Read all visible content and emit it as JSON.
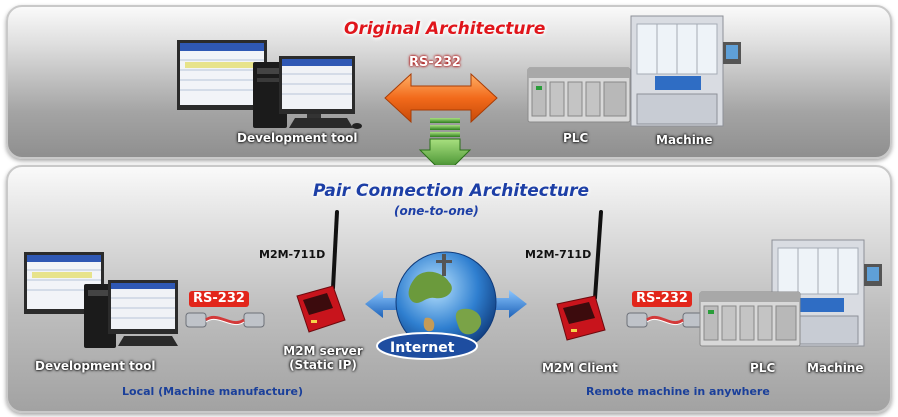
{
  "top": {
    "title": "Original Architecture",
    "connection_label": "RS-232",
    "labels": {
      "dev_tool": "Development tool",
      "plc": "PLC",
      "machine": "Machine"
    }
  },
  "bottom": {
    "title": "Pair Connection Architecture",
    "subtitle": "(one-to-one)",
    "rs_left": "RS-232",
    "rs_right": "RS-232",
    "m2m_left": "M2M-711D",
    "m2m_right": "M2M-711D",
    "internet": "Internet",
    "labels": {
      "dev_tool": "Development tool",
      "server_line1": "M2M server",
      "server_line2": "(Static IP)",
      "client": "M2M Client",
      "plc": "PLC",
      "machine": "Machine"
    },
    "local": "Local (Machine manufacture)",
    "remote": "Remote machine in anywhere"
  },
  "colors": {
    "title_red": "#e0151b",
    "title_blue": "#1d3fa6",
    "arrow_orange": "#f26a1b",
    "arrow_green": "#3e9a2a",
    "arrow_blue": "#2f86d6",
    "device_red": "#c8141c"
  },
  "icons": [
    "monitor-icon",
    "pc-tower-icon",
    "keyboard-icon",
    "plc-icon",
    "machine-icon",
    "m2m-modem-icon",
    "antenna-icon",
    "serial-cable-icon",
    "globe-icon"
  ]
}
